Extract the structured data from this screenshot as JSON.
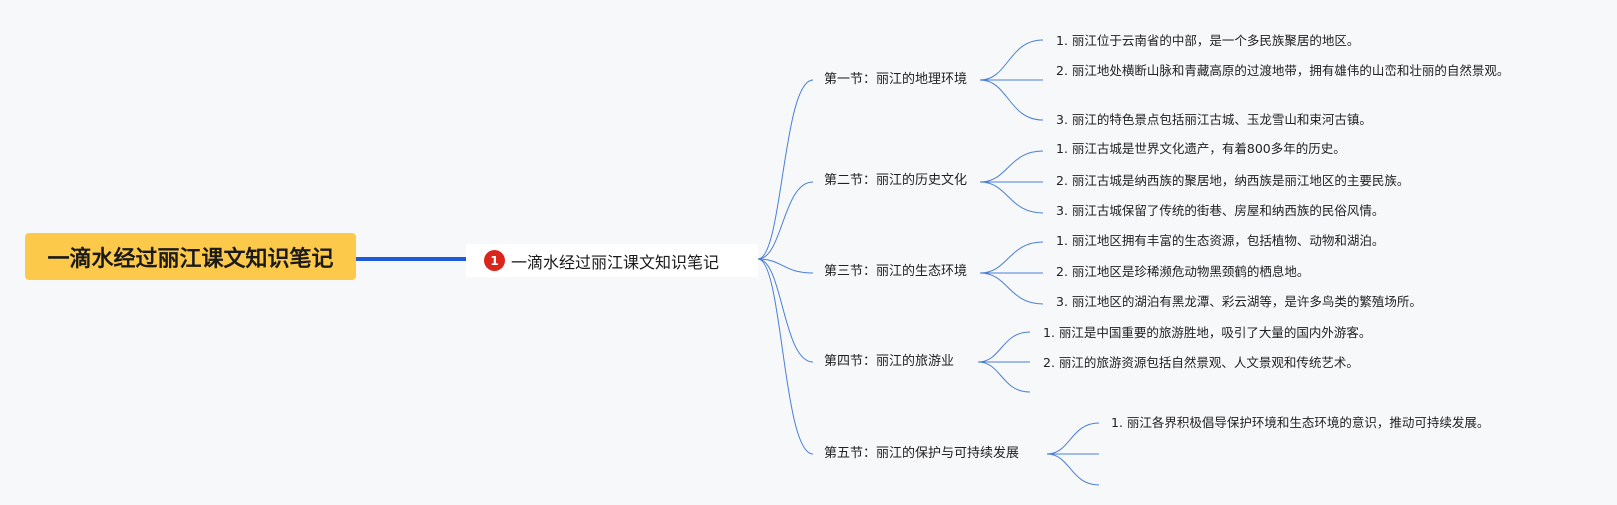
{
  "root": {
    "title": "一滴水经过丽江课文知识笔记"
  },
  "main_topic": {
    "badge": "1",
    "label": "一滴水经过丽江课文知识笔记"
  },
  "sections": [
    {
      "title": "第一节：丽江的地理环境",
      "items": [
        "1. 丽江位于云南省的中部，是一个多民族聚居的地区。",
        "2. 丽江地处横断山脉和青藏高原的过渡地带，拥有雄伟的山峦和壮丽的自然景观。",
        "3. 丽江的特色景点包括丽江古城、玉龙雪山和束河古镇。"
      ]
    },
    {
      "title": "第二节：丽江的历史文化",
      "items": [
        "1. 丽江古城是世界文化遗产，有着800多年的历史。",
        "2. 丽江古城是纳西族的聚居地，纳西族是丽江地区的主要民族。",
        "3. 丽江古城保留了传统的街巷、房屋和纳西族的民俗风情。"
      ]
    },
    {
      "title": "第三节：丽江的生态环境",
      "items": [
        "1. 丽江地区拥有丰富的生态资源，包括植物、动物和湖泊。",
        "2. 丽江地区是珍稀濒危动物黑颈鹤的栖息地。",
        "3. 丽江地区的湖泊有黑龙潭、彩云湖等，是许多鸟类的繁殖场所。"
      ]
    },
    {
      "title": "第四节：丽江的旅游业",
      "items": [
        "1. 丽江是中国重要的旅游胜地，吸引了大量的国内外游客。",
        "2. 丽江的旅游资源包括自然景观、人文景观和传统艺术。",
        ""
      ]
    },
    {
      "title": "第五节：丽江的保护与可持续发展",
      "items": [
        "1. 丽江各界积极倡导保护环境和生态环境的意识，推动可持续发展。",
        "",
        ""
      ]
    }
  ],
  "colors": {
    "background": "#f7f8fa",
    "root_fill": "#fcc94b",
    "root_connector": "#1f5ad6",
    "branch_line": "#4a7fd6",
    "badge": "#d9261c"
  }
}
